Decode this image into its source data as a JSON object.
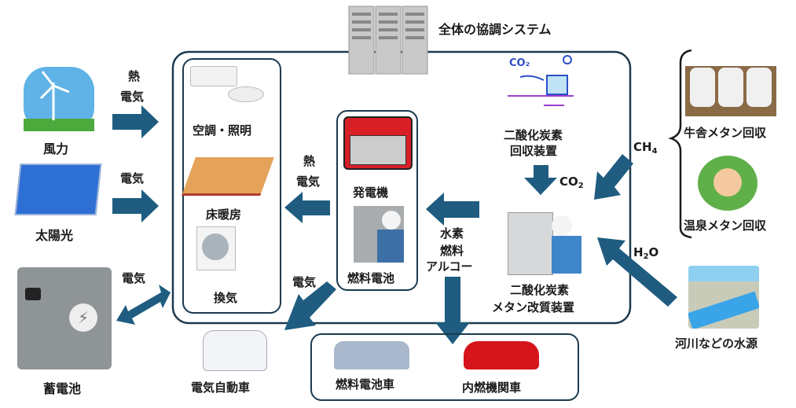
{
  "title": "全体の協調システム",
  "colors": {
    "arrow": "#1f5c80",
    "border": "#1c3a4f"
  },
  "sources_left": [
    {
      "label": "風力",
      "icon": "wind-turbine-icon"
    },
    {
      "label": "太陽光",
      "icon": "solar-panel-icon"
    },
    {
      "label": "蓄電池",
      "icon": "storage-battery-icon"
    }
  ],
  "left_arrows": {
    "wind_heat": "熱",
    "wind_elec": "電気",
    "solar_elec": "電気",
    "battery_elec": "電気"
  },
  "consumers": {
    "aircon_lighting": "空調・照明",
    "floor_heating": "床暖房",
    "ventilation": "換気"
  },
  "generation": {
    "generator": "発電機",
    "fuel_cell": "燃料電池"
  },
  "gen_to_consumer": {
    "heat": "熱",
    "elec": "電気"
  },
  "gen_to_ev": "電気",
  "fuel_labels": [
    "水素",
    "燃料",
    "アルコー"
  ],
  "co2_capture": {
    "line1": "二酸化炭素",
    "line2": "回収装置"
  },
  "co2_arrow": {
    "main": "CO",
    "sub": "2"
  },
  "reformer": {
    "line1": "二酸化炭素",
    "line2": "メタン改質装置"
  },
  "ch4": {
    "main": "CH",
    "sub": "4"
  },
  "h2o": {
    "main": "H",
    "sub": "2",
    "tail": "O"
  },
  "sources_right": [
    {
      "label": "牛舎メタン回収",
      "icon": "cowshed-icon"
    },
    {
      "label": "温泉メタン回収",
      "icon": "hot-spring-icon"
    },
    {
      "label": "河川などの水源",
      "icon": "river-icon"
    }
  ],
  "vehicles": {
    "ev": "電気自動車",
    "fcv": "燃料電池車",
    "ice": "内燃機関車"
  }
}
